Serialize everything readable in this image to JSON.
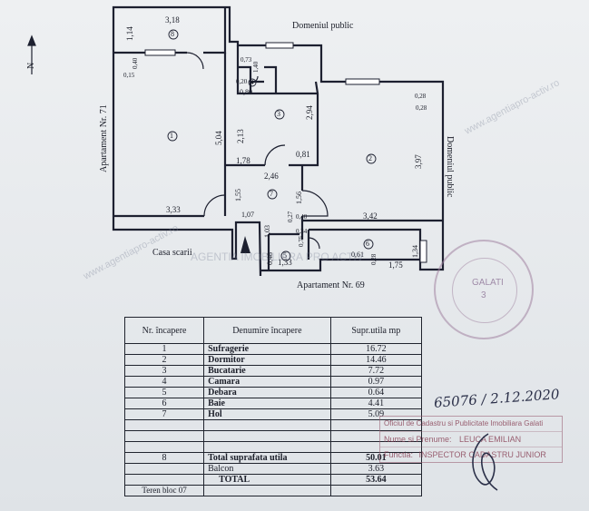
{
  "plan": {
    "north_label": "N",
    "street_labels": {
      "top": "Domeniul public",
      "right": "Domeniul public",
      "left": "Apartament Nr. 71",
      "bottom": "Apartament Nr. 69",
      "stairs": "Casa scarii"
    },
    "room_numbers": [
      "1",
      "2",
      "3",
      "4",
      "5",
      "6",
      "7",
      "8"
    ],
    "dimensions": {
      "r8_top": "3,18",
      "r8_left": "1,14",
      "r1_w1": "0,40",
      "r1_w2": "0,15",
      "r1_side": "5,04",
      "r1_bottom": "3,33",
      "r1_left_gap": "1,55",
      "r4_a": "0,73",
      "r4_b": "1,40",
      "r4_c": "0,20",
      "r4_d": "0,80",
      "r3_h": "2,13",
      "r3_w": "2,94",
      "r3_b": "0,81",
      "r3_bottom": "1,78",
      "r7_top": "2,46",
      "r7_left": "1,07",
      "r7_c": "1,03",
      "r7_d": "1,56",
      "r7_e": "0,27",
      "r7_f": "0,40",
      "r7_g": "0,34",
      "r7_h": "0,75",
      "r2_a": "0,28",
      "r2_b": "0,28",
      "r2_h": "3,97",
      "r2_bottom": "3,42",
      "r5_a": "0,48",
      "r5_b": "1,33",
      "r6_a": "0,61",
      "r6_b": "0,28",
      "r6_c": "1,75",
      "r6_h": "1,34"
    }
  },
  "watermark": "www.agentiapro-activ.ro",
  "watermark_center": "AGENTIA IMOBILIARA PRO ACTIV",
  "table": {
    "headers": [
      "Nr. încapere",
      "Denumire încapere",
      "Supr.utila mp"
    ],
    "rows": [
      {
        "nr": "1",
        "name": "Sufragerie",
        "area": "16.72"
      },
      {
        "nr": "2",
        "name": "Dormitor",
        "area": "14.46"
      },
      {
        "nr": "3",
        "name": "Bucatarie",
        "area": "7.72"
      },
      {
        "nr": "4",
        "name": "Camara",
        "area": "0.97"
      },
      {
        "nr": "5",
        "name": "Debara",
        "area": "0.64"
      },
      {
        "nr": "6",
        "name": "Baie",
        "area": "4.41"
      },
      {
        "nr": "7",
        "name": "Hol",
        "area": "5.09"
      },
      {
        "nr": "",
        "name": "",
        "area": ""
      },
      {
        "nr": "",
        "name": "",
        "area": ""
      },
      {
        "nr": "",
        "name": "",
        "area": ""
      }
    ],
    "total_util": {
      "nr": "8",
      "name": "Total suprafata utila",
      "area": "50.01"
    },
    "balcon": {
      "name": "Balcon",
      "area": "3.63"
    },
    "total": {
      "name": "TOTAL",
      "area": "53.64"
    },
    "footer_cut": "Teren bloc 07"
  },
  "seal": {
    "office": "Oficiul de Cadastru si Publicitate Imobiliara Galati",
    "name_label": "Nume si Prenume:",
    "name_value": "LEUCA EMILIAN",
    "role_label": "Functia:",
    "role_value": "INSPECTOR CADASTRU JUNIOR"
  },
  "handwriting": {
    "ref": "65076 / 2.12.2020"
  },
  "stamp": {
    "center": "GALATI",
    "number": "3"
  }
}
